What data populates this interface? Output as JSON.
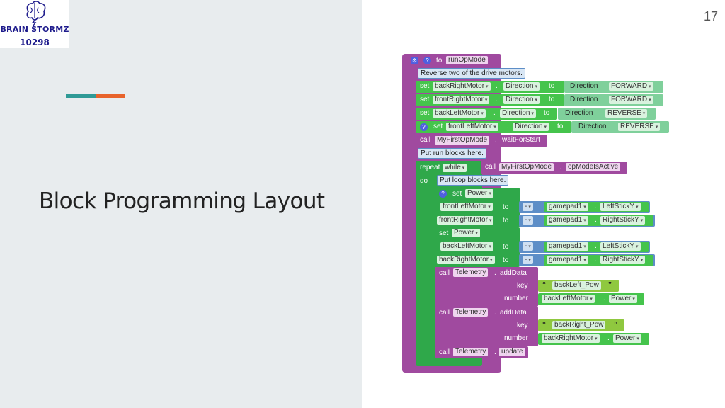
{
  "slide": {
    "title": "Block Programming Layout",
    "page_number": "17"
  },
  "logo": {
    "line1": "BRAIN STORMZ",
    "line2": "10298",
    "brand_color": "#1e1b8c"
  },
  "accent_colors": {
    "teal": "#2f9a96",
    "orange": "#e8632b"
  },
  "blocks": {
    "header_to": "to",
    "header_name": "runOpMode",
    "comment1": "Reverse two of the drive motors.",
    "set": "set",
    "dot": ".",
    "to": "to",
    "direction": "Direction",
    "forward": "FORWARD",
    "reverse": "REVERSE",
    "motors": {
      "back_right": "backRightMotor",
      "front_right": "frontRightMotor",
      "back_left": "backLeftMotor",
      "front_left": "frontLeftMotor"
    },
    "call": "call",
    "my_first_op_mode": "MyFirstOpMode",
    "wait_for_start": "waitForStart",
    "comment2": "Put run blocks here.",
    "repeat": "repeat",
    "while": "while",
    "op_mode_is_active": "opModeIsActive",
    "do": "do",
    "comment3": "Put loop blocks here.",
    "power": "Power",
    "minus": "-",
    "gamepad1": "gamepad1",
    "left_stick_y": "LeftStickY",
    "right_stick_y": "RightStickY",
    "telemetry": "Telemetry",
    "add_data": "addData",
    "key": "key",
    "number": "number",
    "quote_open": "“",
    "quote_close": "”",
    "back_left_pow": "backLeft_Pow",
    "back_right_pow": "backRight_Pow",
    "update": "update",
    "icons": {
      "gear": "gear-icon",
      "help": "question-icon",
      "dropdown": "dropdown-arrow-icon"
    }
  }
}
